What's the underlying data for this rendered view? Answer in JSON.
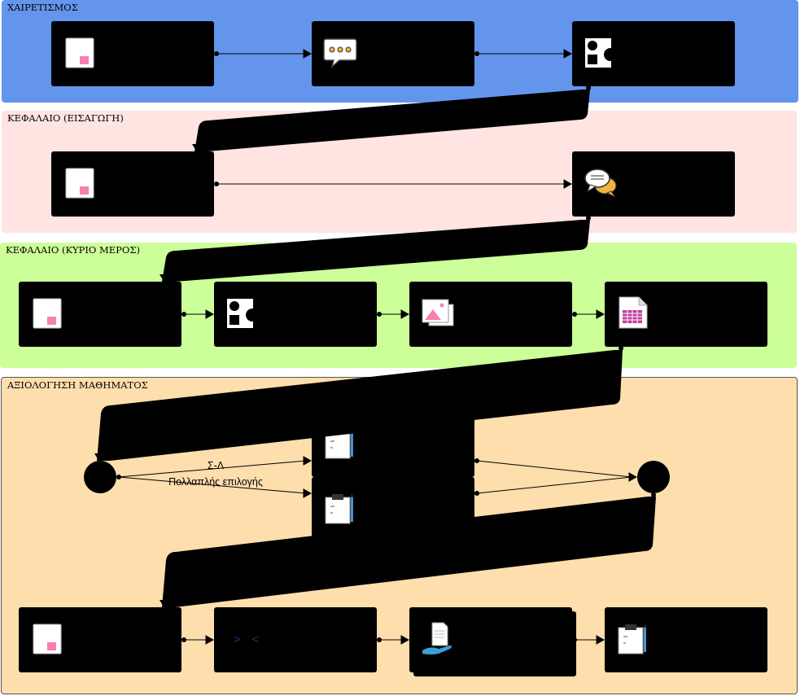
{
  "lanes": [
    {
      "title": "ΧΑΙΡΕΤΙΣΜΟΣ",
      "color": "#6495ed"
    },
    {
      "title": "ΚΕΦΑΛΑΙΟ (ΕΙΣΑΓΩΓΗ)",
      "color": "#ffe4e1"
    },
    {
      "title": "ΚΕΦΑΛΑΙΟ (ΚΥΡΙΟ ΜΕΡΟΣ)",
      "color": "#ccff99"
    },
    {
      "title": "ΑΞΙΟΛΟΓΗΣΗ ΜΑΘΗΜΑΤΟΣ",
      "color": "#ffdead"
    }
  ],
  "nodes": {
    "greet_page": {
      "icon": "page-icon"
    },
    "greet_chat": {
      "icon": "chat-bubble-icon"
    },
    "greet_shapes": {
      "icon": "shapes-icon"
    },
    "intro_page": {
      "icon": "page-icon"
    },
    "intro_forum": {
      "icon": "discussion-icon"
    },
    "main_page": {
      "icon": "page-icon"
    },
    "main_shapes": {
      "icon": "shapes-icon"
    },
    "main_gallery": {
      "icon": "image-gallery-icon"
    },
    "main_sheet": {
      "icon": "spreadsheet-icon"
    },
    "quiz_1": {
      "icon": "quiz-clipboard-icon"
    },
    "quiz_2": {
      "icon": "quiz-clipboard-icon"
    },
    "eval_page": {
      "icon": "page-icon"
    },
    "eval_code": {
      "icon": "code-brackets-icon",
      "glyph": "> <"
    },
    "eval_submit": {
      "icon": "assignment-submit-icon"
    },
    "eval_quiz": {
      "icon": "quiz-clipboard-icon"
    }
  },
  "branch": {
    "line1": "Σ-Λ",
    "line2": "Πολλαπλής επιλογής"
  },
  "colors": {
    "page_accent": "#f77fb1",
    "chat_dots": "#f3b33d",
    "sheet_grid": "#c2409f",
    "hand": "#3aa0d8",
    "pencil": "#4a8fd0"
  }
}
